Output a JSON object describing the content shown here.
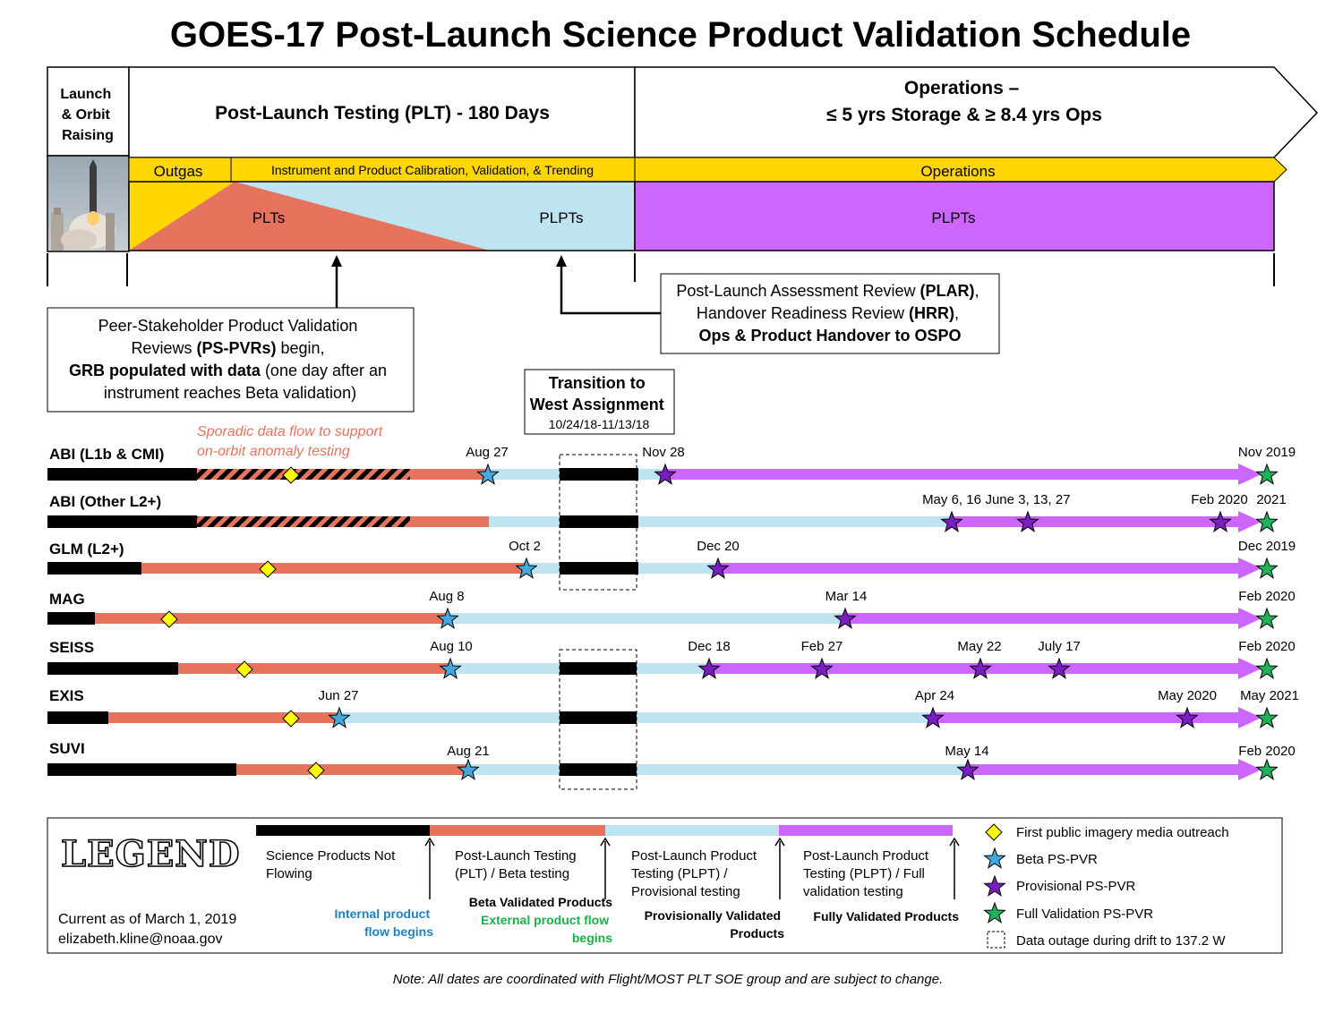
{
  "title": "GOES-17 Post-Launch Science Product Validation Schedule",
  "header": {
    "launch_lines": [
      "Launch",
      "& Orbit",
      "Raising"
    ],
    "plt_label": "Post-Launch Testing (PLT) - 180 Days",
    "ops_lines": [
      "Operations –",
      "≤ 5 yrs Storage & ≥ 8.4 yrs Ops"
    ],
    "outgas": "Outgas",
    "calibration": "Instrument and Product Calibration, Validation, & Trending",
    "operations_bar": "Operations",
    "plts": "PLTs",
    "plpts_blue": "PLPTs",
    "plpts_purple": "PLPTs"
  },
  "callouts": {
    "psvr_lines": [
      [
        "Peer-Stakeholder Product Validation"
      ],
      [
        "Reviews ",
        "(PS-PVRs)",
        " begin,"
      ],
      [
        "GRB populated with data",
        " (one day after an"
      ],
      [
        "instrument reaches Beta validation)"
      ]
    ],
    "plar_lines": [
      [
        "Post-Launch Assessment Review ",
        "(PLAR)",
        ","
      ],
      [
        "Handover Readiness Review ",
        "(HRR)",
        ","
      ],
      [
        "Ops & Product Handover to OSPO"
      ]
    ],
    "transition_line1": "Transition to",
    "transition_line2": "West Assignment",
    "transition_dates": "10/24/18-11/13/18",
    "sporadic_line1": "Sporadic data flow to support",
    "sporadic_line2": "on-orbit anomaly testing"
  },
  "rows": [
    {
      "name": "ABI (L1b & CMI)",
      "labels": [
        "Aug 27",
        "Nov 28",
        "Nov 2019"
      ]
    },
    {
      "name": "ABI (Other L2+)",
      "labels": [
        "May 6, 16",
        "June 3, 13, 27",
        "Feb 2020",
        "2021"
      ]
    },
    {
      "name": "GLM (L2+)",
      "labels": [
        "Oct 2",
        "Dec 20",
        "Dec 2019"
      ]
    },
    {
      "name": "MAG",
      "labels": [
        "Aug 8",
        "Mar 14",
        "Feb 2020"
      ]
    },
    {
      "name": "SEISS",
      "labels": [
        "Aug 10",
        "Dec 18",
        "Feb 27",
        "May 22",
        "July 17",
        "Feb 2020"
      ]
    },
    {
      "name": "EXIS",
      "labels": [
        "Jun 27",
        "Apr 24",
        "May 2020",
        "May 2021"
      ]
    },
    {
      "name": "SUVI",
      "labels": [
        "Aug 21",
        "May 14",
        "Feb 2020"
      ]
    }
  ],
  "legend": {
    "title": "LEGEND",
    "current": "Current as of March 1, 2019",
    "email": "elizabeth.kline@noaa.gov",
    "seg1": [
      "Science Products Not",
      "Flowing"
    ],
    "seg2": [
      "Post-Launch Testing",
      "(PLT) / Beta testing"
    ],
    "seg3": [
      "Post-Launch Product",
      "Testing (PLPT) /",
      "Provisional testing"
    ],
    "seg4": [
      "Post-Launch Product",
      "Testing (PLPT) / Full",
      "validation testing"
    ],
    "internal": [
      "Internal product",
      "flow begins"
    ],
    "beta_validated": "Beta Validated Products",
    "external": [
      "External product flow",
      "begins"
    ],
    "provisionally": [
      "Provisionally Validated",
      "Products"
    ],
    "fully": "Fully Validated Products",
    "symbols": {
      "diamond": "First public imagery media outreach",
      "beta": "Beta PS-PVR",
      "provisional": "Provisional PS-PVR",
      "full": "Full Validation PS-PVR",
      "outage": "Data outage during drift to 137.2 W"
    }
  },
  "note": "Note: All dates are coordinated with Flight/MOST PLT SOE group and are subject to change.",
  "colors": {
    "black": "#000000",
    "salmon": "#E5735D",
    "lightblue": "#BEE3F1",
    "purple": "#CC66FF",
    "gold": "#FFD600",
    "beta_star": "#45A8DB",
    "prov_star": "#7A1FBF",
    "full_star": "#1EB05A",
    "diamond": "#FFFF00",
    "blue_text": "#1F7FC6",
    "green_text": "#19B04A",
    "sporadic_text": "#E5735D"
  }
}
